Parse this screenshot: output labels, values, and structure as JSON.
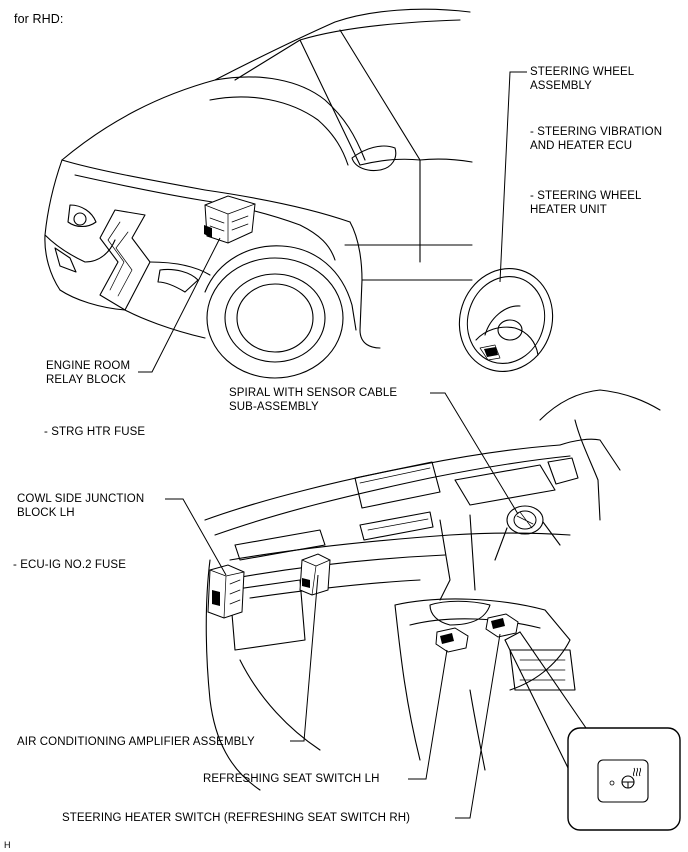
{
  "header": {
    "title": "for RHD:"
  },
  "labels": {
    "steering_wheel": [
      "STEERING WHEEL",
      "ASSEMBLY"
    ],
    "vibration_ecu": [
      "- STEERING VIBRATION",
      "AND HEATER ECU"
    ],
    "wheel_heater": [
      "- STEERING WHEEL",
      "HEATER UNIT"
    ],
    "engine_relay": [
      "ENGINE ROOM",
      "RELAY BLOCK"
    ],
    "strg_fuse": "- STRG HTR FUSE",
    "spiral": [
      "SPIRAL WITH SENSOR CABLE",
      "SUB-ASSEMBLY"
    ],
    "cowl_junction": [
      "COWL SIDE JUNCTION",
      "BLOCK LH"
    ],
    "ecu_fuse": "- ECU-IG NO.2 FUSE",
    "ac_amplifier": "AIR CONDITIONING AMPLIFIER ASSEMBLY",
    "seat_switch_lh": "REFRESHING SEAT SWITCH LH",
    "heater_switch": "STEERING HEATER SWITCH (REFRESHING SEAT SWITCH RH)"
  },
  "footer": {
    "code": "H"
  },
  "icons": [
    "steering-heater-icon"
  ]
}
